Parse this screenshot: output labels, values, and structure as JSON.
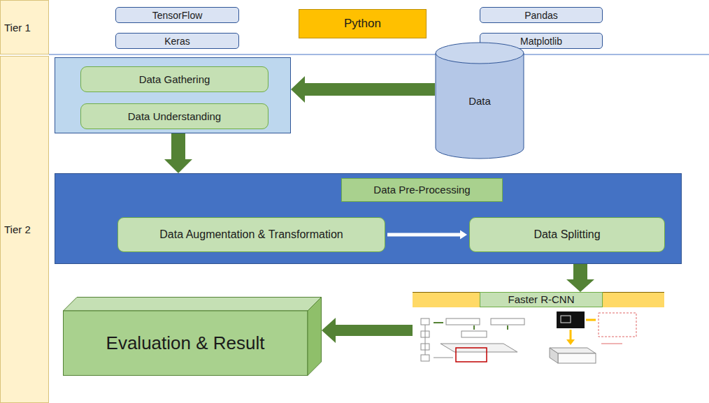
{
  "diagram": {
    "nodes": [
      {
        "text": [
          "Tier 1"
        ]
      },
      {
        "text": [
          "TensorFlow"
        ]
      },
      {
        "text": [
          "Keras"
        ]
      },
      {
        "text": [
          "Python"
        ]
      },
      {
        "text": [
          "Pandas"
        ]
      },
      {
        "text": [
          "Matplotlib"
        ]
      },
      {
        "text": [
          "Tier 2"
        ]
      },
      {
        "text": []
      },
      {
        "text": [
          "Data Gathering"
        ],
        "in": 7
      },
      {
        "text": [
          "Data Understanding"
        ],
        "in": 7
      },
      {
        "text": [
          "Data"
        ]
      },
      {
        "text": [
          "Data Pre-Processing"
        ]
      },
      {
        "text": [
          "Data Augmentation & Transformation"
        ],
        "in": 11
      },
      {
        "text": [
          "Data Splitting"
        ],
        "in": 11
      },
      {
        "text": [
          "Faster R-CNN"
        ]
      },
      {
        "text": [
          "Evaluation & Result"
        ]
      }
    ],
    "edges": [
      {
        "from": 10,
        "to": 7,
        "arrow": "to"
      },
      {
        "from": 7,
        "to": 11,
        "arrow": "to"
      },
      {
        "from": 12,
        "to": 13,
        "arrow": "to"
      },
      {
        "from": 11,
        "to": 14,
        "arrow": "to"
      },
      {
        "from": 14,
        "to": 15,
        "arrow": "to"
      }
    ]
  }
}
